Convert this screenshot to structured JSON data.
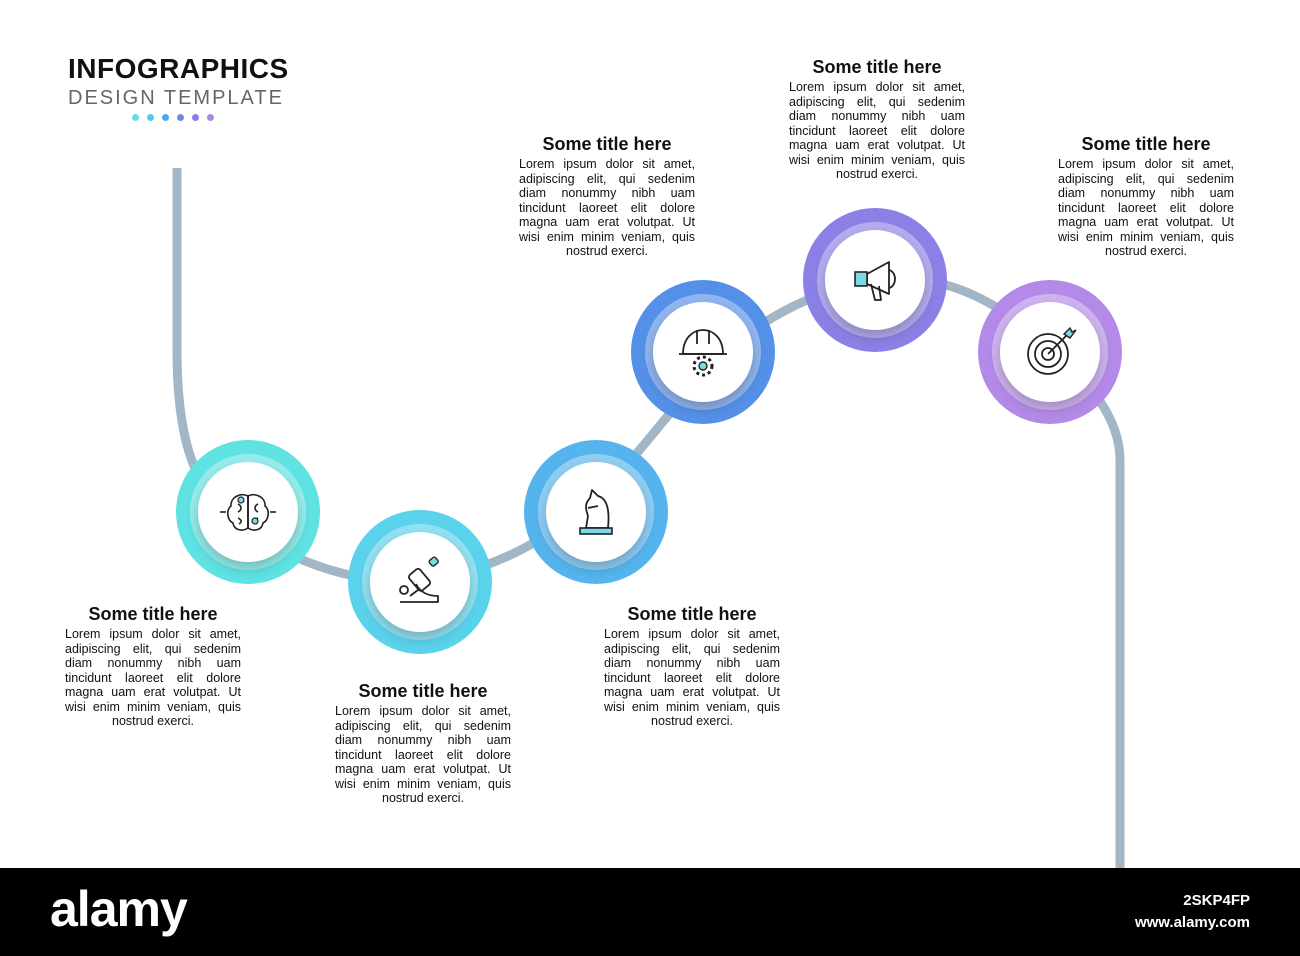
{
  "header": {
    "title": "INFOGRAPHICS",
    "subtitle": "DESIGN TEMPLATE",
    "dot_colors": [
      "#5fe0e0",
      "#57c6ec",
      "#4fa6ee",
      "#6b8ae6",
      "#8f7be4",
      "#a98ae6"
    ]
  },
  "steps": [
    {
      "title": "Some title here",
      "body": "Lorem ipsum dolor sit amet, adipiscing elit, qui sedenim diam nonummy nibh uam tincidunt laoreet elit dolore magna uam erat volutpat. Ut wisi enim minim veniam, quis nostrud exerci.",
      "icon": "brain-icon",
      "color": "#5ee2e2"
    },
    {
      "title": "Some title here",
      "body": "Lorem ipsum dolor sit amet, adipiscing elit, qui sedenim diam nonummy nibh uam tincidunt laoreet elit dolore magna uam erat volutpat. Ut wisi enim minim veniam, quis nostrud exerci.",
      "icon": "microscope-icon",
      "color": "#5ad2ec"
    },
    {
      "title": "Some title here",
      "body": "Lorem ipsum dolor sit amet, adipiscing elit, qui sedenim diam nonummy nibh uam tincidunt laoreet elit dolore magna uam erat volutpat. Ut wisi enim minim veniam, quis nostrud exerci.",
      "icon": "chess-knight-icon",
      "color": "#55b4ee"
    },
    {
      "title": "Some title here",
      "body": "Lorem ipsum dolor sit amet, adipiscing elit, qui sedenim diam nonummy nibh uam tincidunt laoreet elit dolore magna uam erat volutpat. Ut wisi enim minim veniam, quis nostrud exerci.",
      "icon": "helmet-gear-icon",
      "color": "#5590e8"
    },
    {
      "title": "Some title here",
      "body": "Lorem ipsum dolor sit amet, adipiscing elit, qui sedenim diam nonummy nibh uam tincidunt laoreet elit dolore magna uam erat volutpat. Ut wisi enim minim veniam, quis nostrud exerci.",
      "icon": "megaphone-icon",
      "color": "#8b80e6"
    },
    {
      "title": "Some title here",
      "body": "Lorem ipsum dolor sit amet, adipiscing elit, qui sedenim diam nonummy nibh uam tincidunt laoreet elit dolore magna uam erat volutpat. Ut wisi enim minim veniam, quis nostrud exerci.",
      "icon": "target-arrow-icon",
      "color": "#b48ae8"
    }
  ],
  "colors": {
    "path": "#a2b6c6",
    "icon_stroke": "#222222",
    "icon_fill": "#7ad9e6"
  },
  "footer": {
    "brand": "alamy",
    "image_id": "2SKP4FP",
    "url": "www.alamy.com"
  }
}
